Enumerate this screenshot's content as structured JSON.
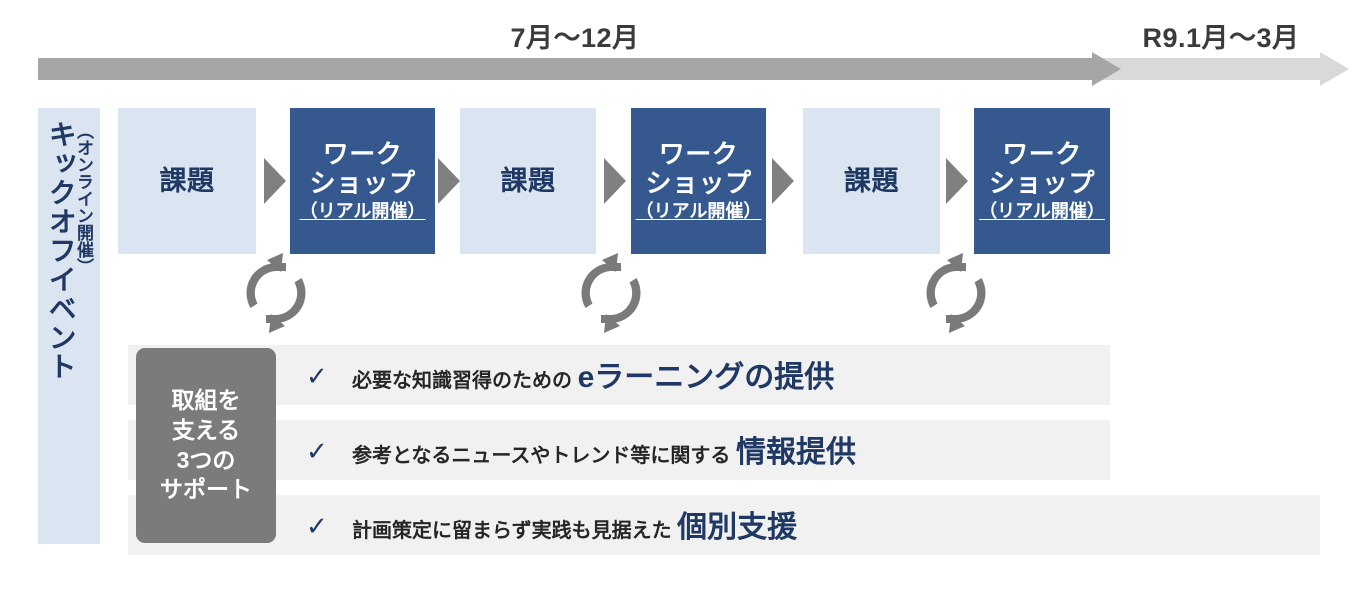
{
  "timeline": {
    "main_period_label": "7月～12月",
    "tail_period_label": "R9.1月～3月",
    "main_arrow_color": "#a6a6a6",
    "tail_arrow_color": "#d9d9d9"
  },
  "kickoff": {
    "title": "キックオフイベント",
    "subtitle": "（オンライン開催）",
    "bg_color": "#dbe5f1",
    "text_color": "#1f3864"
  },
  "process": {
    "task_bg": "#dbe5f1",
    "task_text": "#1f3864",
    "workshop_bg": "#35598f",
    "workshop_text": "#ffffff",
    "chevron_color": "#808080",
    "cycle_icon_color": "#808080",
    "steps": [
      {
        "kind": "task",
        "title": "課題",
        "sub": "",
        "icon": "task-box"
      },
      {
        "kind": "workshop",
        "title": "ワーク\nショップ",
        "sub": "（リアル開催）",
        "icon": "workshop-box"
      },
      {
        "kind": "task",
        "title": "課題",
        "sub": "",
        "icon": "task-box"
      },
      {
        "kind": "workshop",
        "title": "ワーク\nショップ",
        "sub": "（リアル開催）",
        "icon": "workshop-box"
      },
      {
        "kind": "task",
        "title": "課題",
        "sub": "",
        "icon": "task-box"
      },
      {
        "kind": "workshop",
        "title": "ワーク\nショップ",
        "sub": "（リアル開催）",
        "icon": "workshop-box"
      }
    ],
    "cycle_icon_name": "cycle-arrows-icon",
    "chevron_icon_name": "chevron-right-icon"
  },
  "support": {
    "badge_label": "取組を\n支える\n3つの\nサポート",
    "badge_bg": "#7b7b7b",
    "row_bg": "#f1f1f1",
    "check_glyph": "✓",
    "rows": [
      {
        "plain": "必要な知識習得のための ",
        "highlight": "eラーニングの提供"
      },
      {
        "plain": "参考となるニュースやトレンド等に関する ",
        "highlight": "情報提供"
      },
      {
        "plain": "計画策定に留まらず実践も見据えた ",
        "highlight": "個別支援"
      }
    ]
  }
}
